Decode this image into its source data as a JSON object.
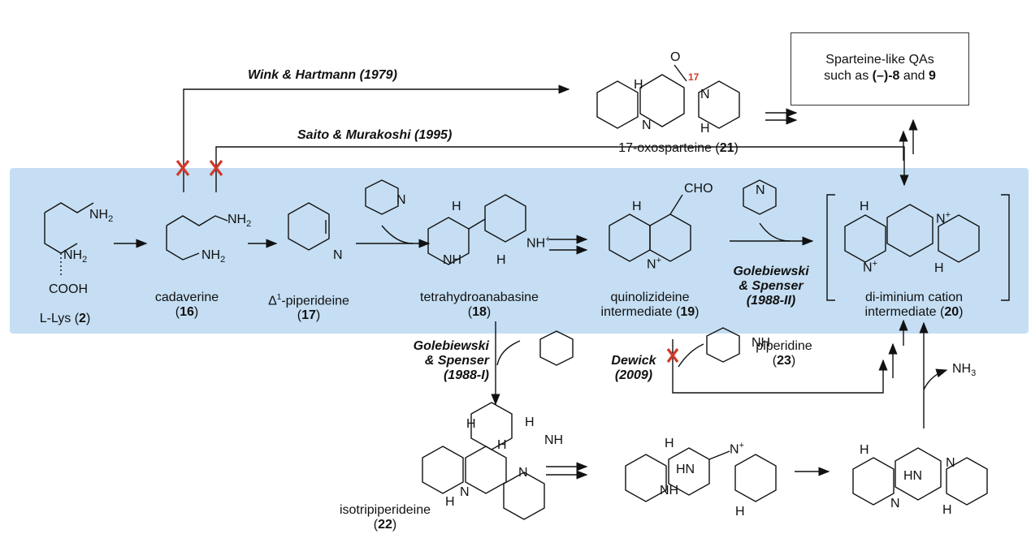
{
  "references": {
    "wink": "Wink & Hartmann (1979)",
    "saito": "Saito & Murakoshi (1995)",
    "gs2_line1": "Golebiewski",
    "gs2_line2": "& Spenser",
    "gs2_line3": "(1988-II)",
    "gs1_line1": "Golebiewski",
    "gs1_line2": "& Spenser",
    "gs1_line3": "(1988-I)",
    "dewick_line1": "Dewick",
    "dewick_line2": "(2009)"
  },
  "compounds": {
    "oxosparteine": {
      "name": "17-oxosparteine (",
      "num": "21",
      "close": ")",
      "locant": "17"
    },
    "lys": {
      "name": "L-Lys (",
      "num": "2",
      "close": ")"
    },
    "cadaverine": {
      "name": "cadaverine",
      "num": "16"
    },
    "piperideine": {
      "prefix": "Δ",
      "sup": "1",
      "name": "-piperideine",
      "num": "17"
    },
    "tetrahydroanabasine": {
      "name": "tetrahydroanabasine",
      "num": "18"
    },
    "quinolizideine": {
      "line1": "quinolizideine",
      "line2": "intermediate (",
      "num": "19",
      "close": ")"
    },
    "diiminium": {
      "line1": "di-iminium cation",
      "line2": "intermediate (",
      "num": "20",
      "close": ")"
    },
    "piperidine": {
      "name": "piperidine",
      "num": "23"
    },
    "isotripiperideine": {
      "name": "isotripiperideine",
      "num": "22"
    }
  },
  "product_box": {
    "line1": "Sparteine-like QAs",
    "line2_pre": "such as ",
    "line2_b1": "(–)-8",
    "line2_mid": " and ",
    "line2_b2": "9"
  },
  "atoms": {
    "nh2": "NH",
    "sub2": "2",
    "cooh": "COOH",
    "n": "N",
    "nh": "NH",
    "h": "H",
    "hn": "HN",
    "o": "O",
    "cho": "CHO",
    "nh3": "NH",
    "sub3": "3",
    "plus": "+"
  },
  "colors": {
    "band": "#c5def3",
    "cross": "#d0392b",
    "locant": "#d0392b"
  }
}
